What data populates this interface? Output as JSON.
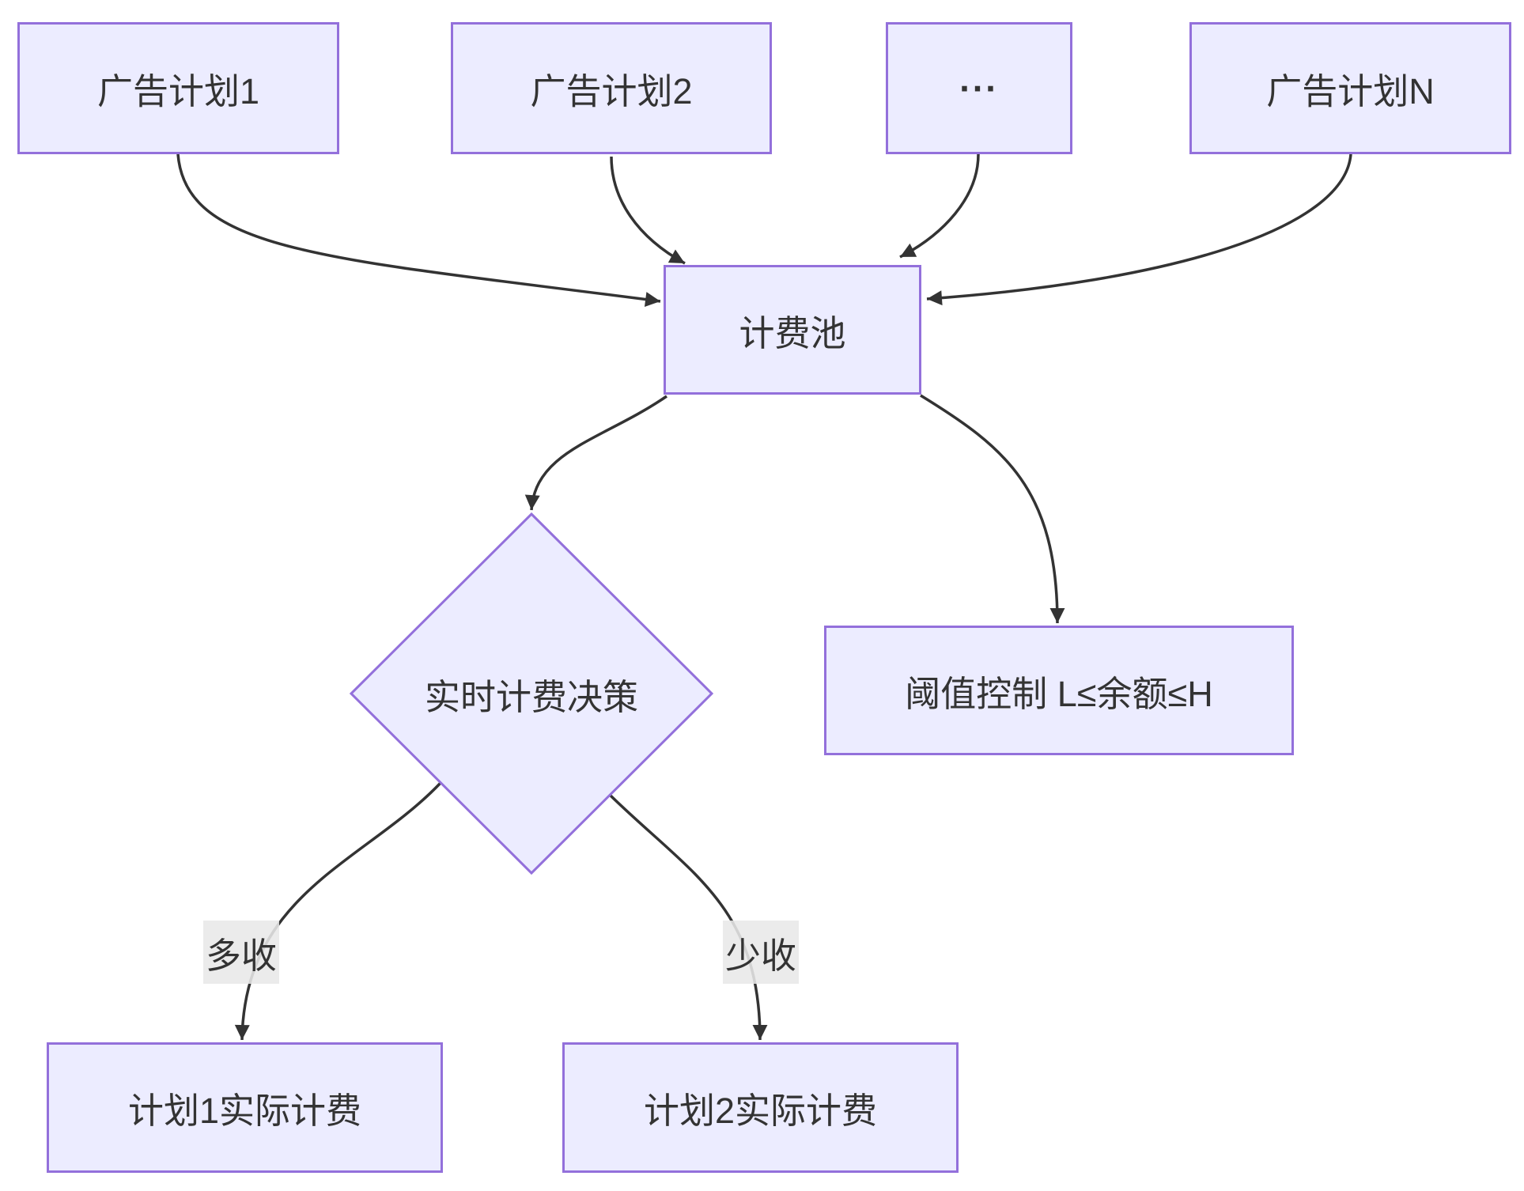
{
  "diagram": {
    "type": "flowchart",
    "direction": "top-down",
    "colors": {
      "background": "#ffffff",
      "node_fill": "#ECECFF",
      "node_border": "#9370DB",
      "edge_line": "#333333",
      "text": "#333333",
      "edge_label_background": "#e8e8e8"
    },
    "nodes": {
      "plan1": {
        "label": "广告计划1",
        "shape": "rect"
      },
      "plan2": {
        "label": "广告计划2",
        "shape": "rect"
      },
      "plan_more": {
        "label": "...",
        "shape": "rect"
      },
      "planN": {
        "label": "广告计划N",
        "shape": "rect"
      },
      "pool": {
        "label": "计费池",
        "shape": "rect"
      },
      "decision": {
        "label": "实时计费决策",
        "shape": "diamond"
      },
      "threshold": {
        "label": "阈值控制 L≤余额≤H",
        "shape": "rect"
      },
      "actual1": {
        "label": "计划1实际计费",
        "shape": "rect"
      },
      "actual2": {
        "label": "计划2实际计费",
        "shape": "rect"
      }
    },
    "edges": [
      {
        "from": "plan1",
        "to": "pool",
        "label": ""
      },
      {
        "from": "plan2",
        "to": "pool",
        "label": ""
      },
      {
        "from": "plan_more",
        "to": "pool",
        "label": ""
      },
      {
        "from": "planN",
        "to": "pool",
        "label": ""
      },
      {
        "from": "pool",
        "to": "decision",
        "label": ""
      },
      {
        "from": "pool",
        "to": "threshold",
        "label": ""
      },
      {
        "from": "decision",
        "to": "actual1",
        "label": "多收"
      },
      {
        "from": "decision",
        "to": "actual2",
        "label": "少收"
      }
    ]
  }
}
